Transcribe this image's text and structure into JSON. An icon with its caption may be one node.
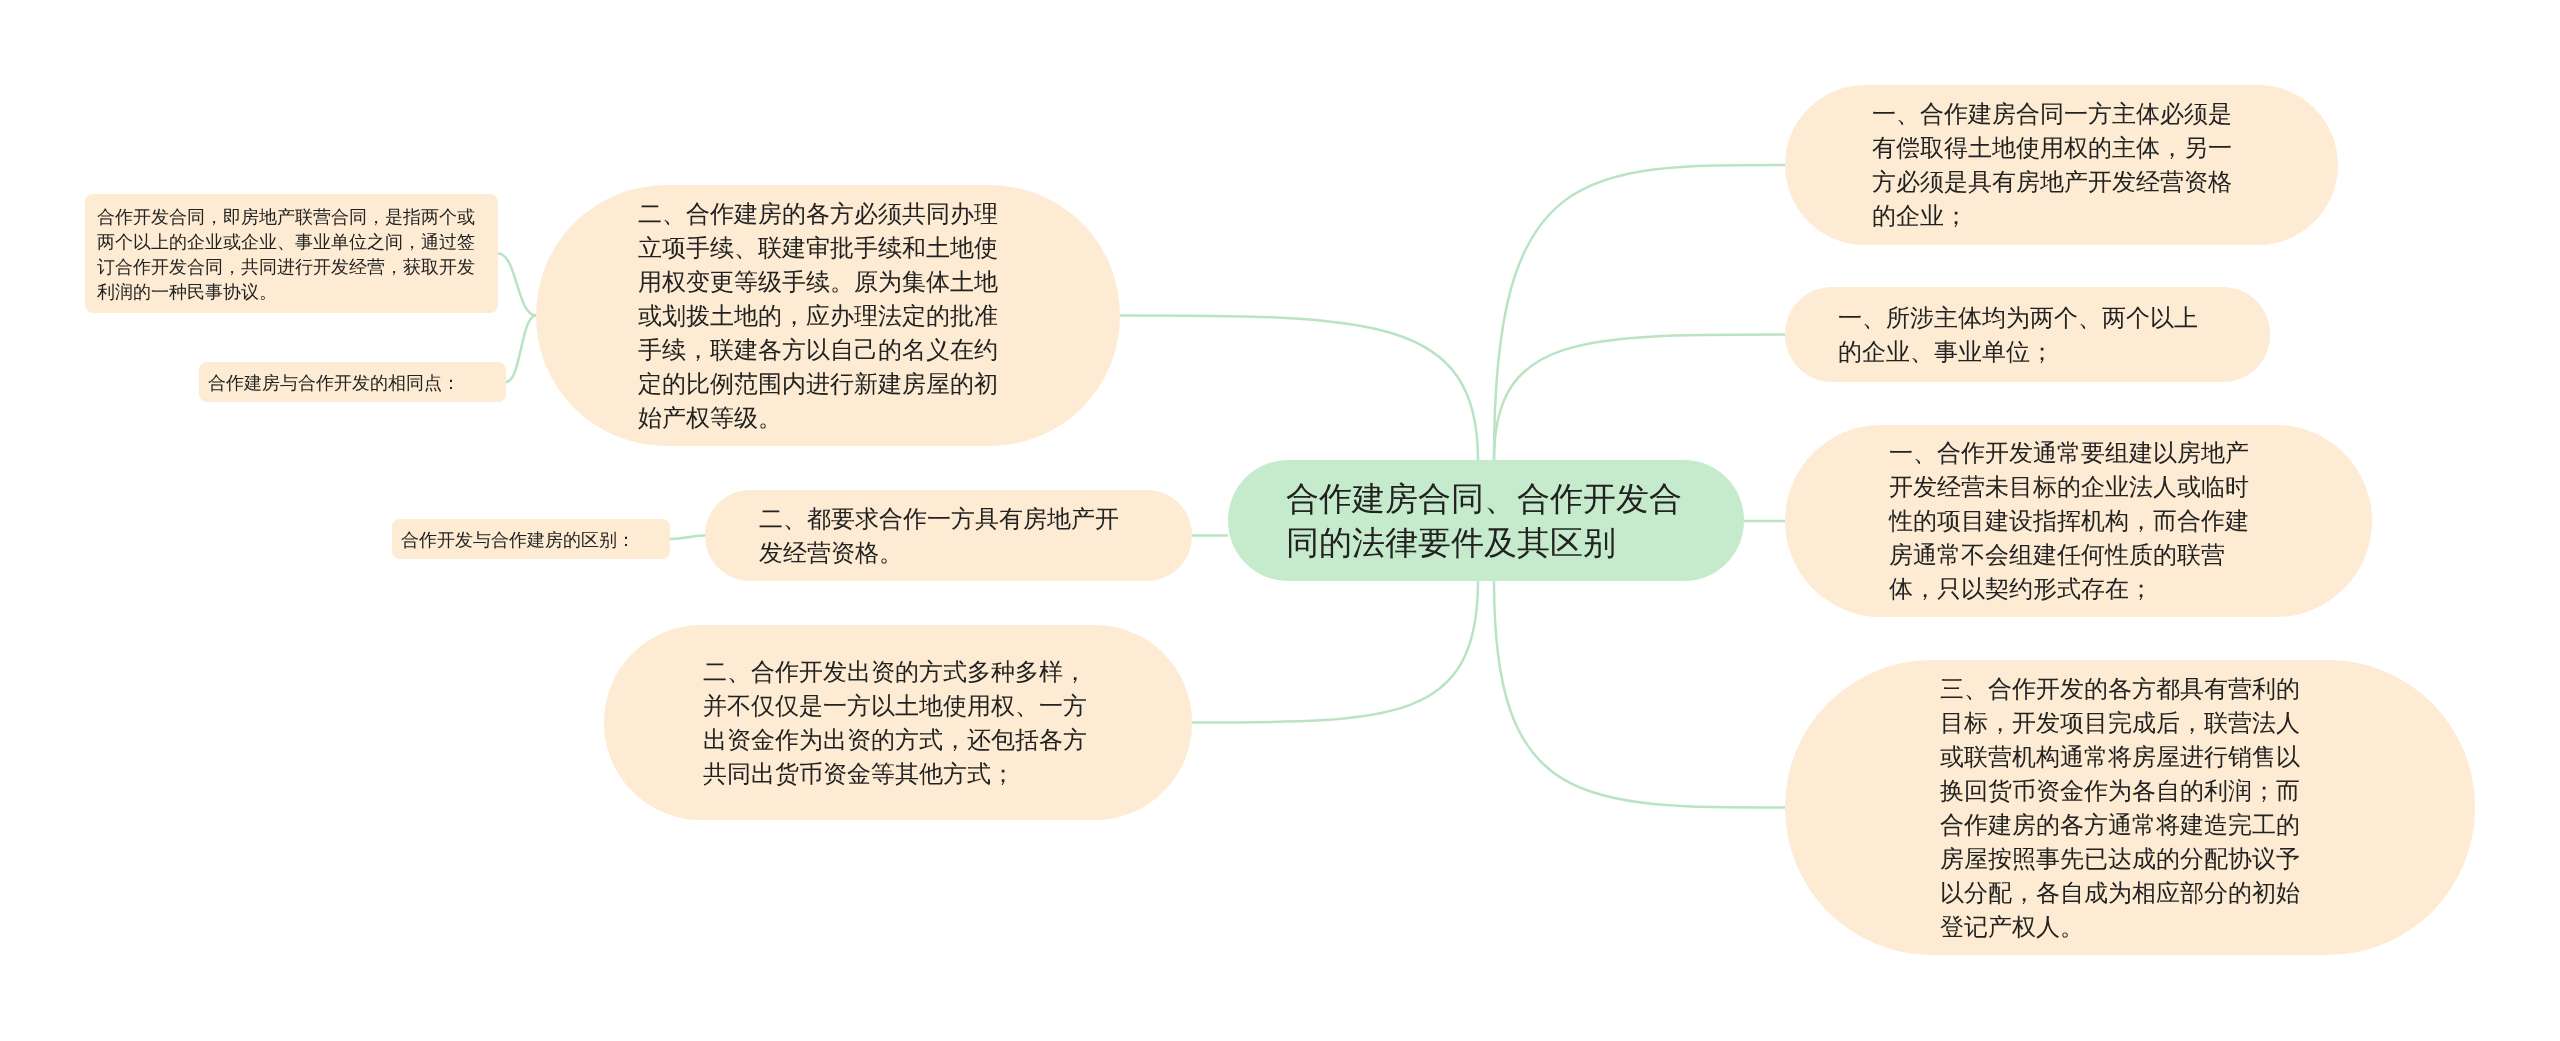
{
  "diagram": {
    "nodes": [
      {
        "text": [
          "合作建房合同、合作开发合同的法律要件及其区别"
        ]
      },
      {
        "text": [
          "二、合作建房的各方必须共同办理立项手续、联建审批手续和土地使用权变更等级手续。原为集体土地或划拨土地的，应办理法定的批准手续，联建各方以自己的名义在约定的比例范围内进行新建房屋的初始产权等级。"
        ]
      },
      {
        "text": [
          "合作开发合同，即房地产联营合同，是指两个或两个以上的企业或企业、事业单位之间，通过签订合作开发合同，共同进行开发经营，获取开发利润的一种民事协议。"
        ]
      },
      {
        "text": [
          "合作建房与合作开发的相同点："
        ]
      },
      {
        "text": [
          "二、都要求合作一方具有房地产开发经营资格。"
        ]
      },
      {
        "text": [
          "合作开发与合作建房的区别："
        ]
      },
      {
        "text": [
          "二、合作开发出资的方式多种多样，并不仅仅是一方以土地使用权、一方出资金作为出资的方式，还包括各方共同出货币资金等其他方式；"
        ]
      },
      {
        "text": [
          "一、合作建房合同一方主体必须是有偿取得土地使用权的主体，另一方必须是具有房地产开发经营资格的企业；"
        ]
      },
      {
        "text": [
          "一、所涉主体均为两个、两个以上的企业、事业单位；"
        ]
      },
      {
        "text": [
          "一、合作开发通常要组建以房地产开发经营未目标的企业法人或临时性的项目建设指挥机构，而合作建房通常不会组建任何性质的联营体，只以契约形式存在；"
        ]
      },
      {
        "text": [
          "三、合作开发的各方都具有营利的目标，开发项目完成后，联营法人或联营机构通常将房屋进行销售以换回货币资金作为各自的利润；而合作建房的各方通常将建造完工的房屋按照事先已达成的分配协议予以分配，各自成为相应部分的初始登记产权人。"
        ]
      }
    ],
    "edges": [
      {
        "from": 0,
        "to": 1,
        "arrow": "none"
      },
      {
        "from": 1,
        "to": 2,
        "arrow": "none"
      },
      {
        "from": 1,
        "to": 3,
        "arrow": "none"
      },
      {
        "from": 0,
        "to": 4,
        "arrow": "none"
      },
      {
        "from": 4,
        "to": 5,
        "arrow": "none"
      },
      {
        "from": 0,
        "to": 6,
        "arrow": "none"
      },
      {
        "from": 0,
        "to": 7,
        "arrow": "none"
      },
      {
        "from": 0,
        "to": 8,
        "arrow": "none"
      },
      {
        "from": 0,
        "to": 9,
        "arrow": "none"
      },
      {
        "from": 0,
        "to": 10,
        "arrow": "none"
      }
    ]
  }
}
